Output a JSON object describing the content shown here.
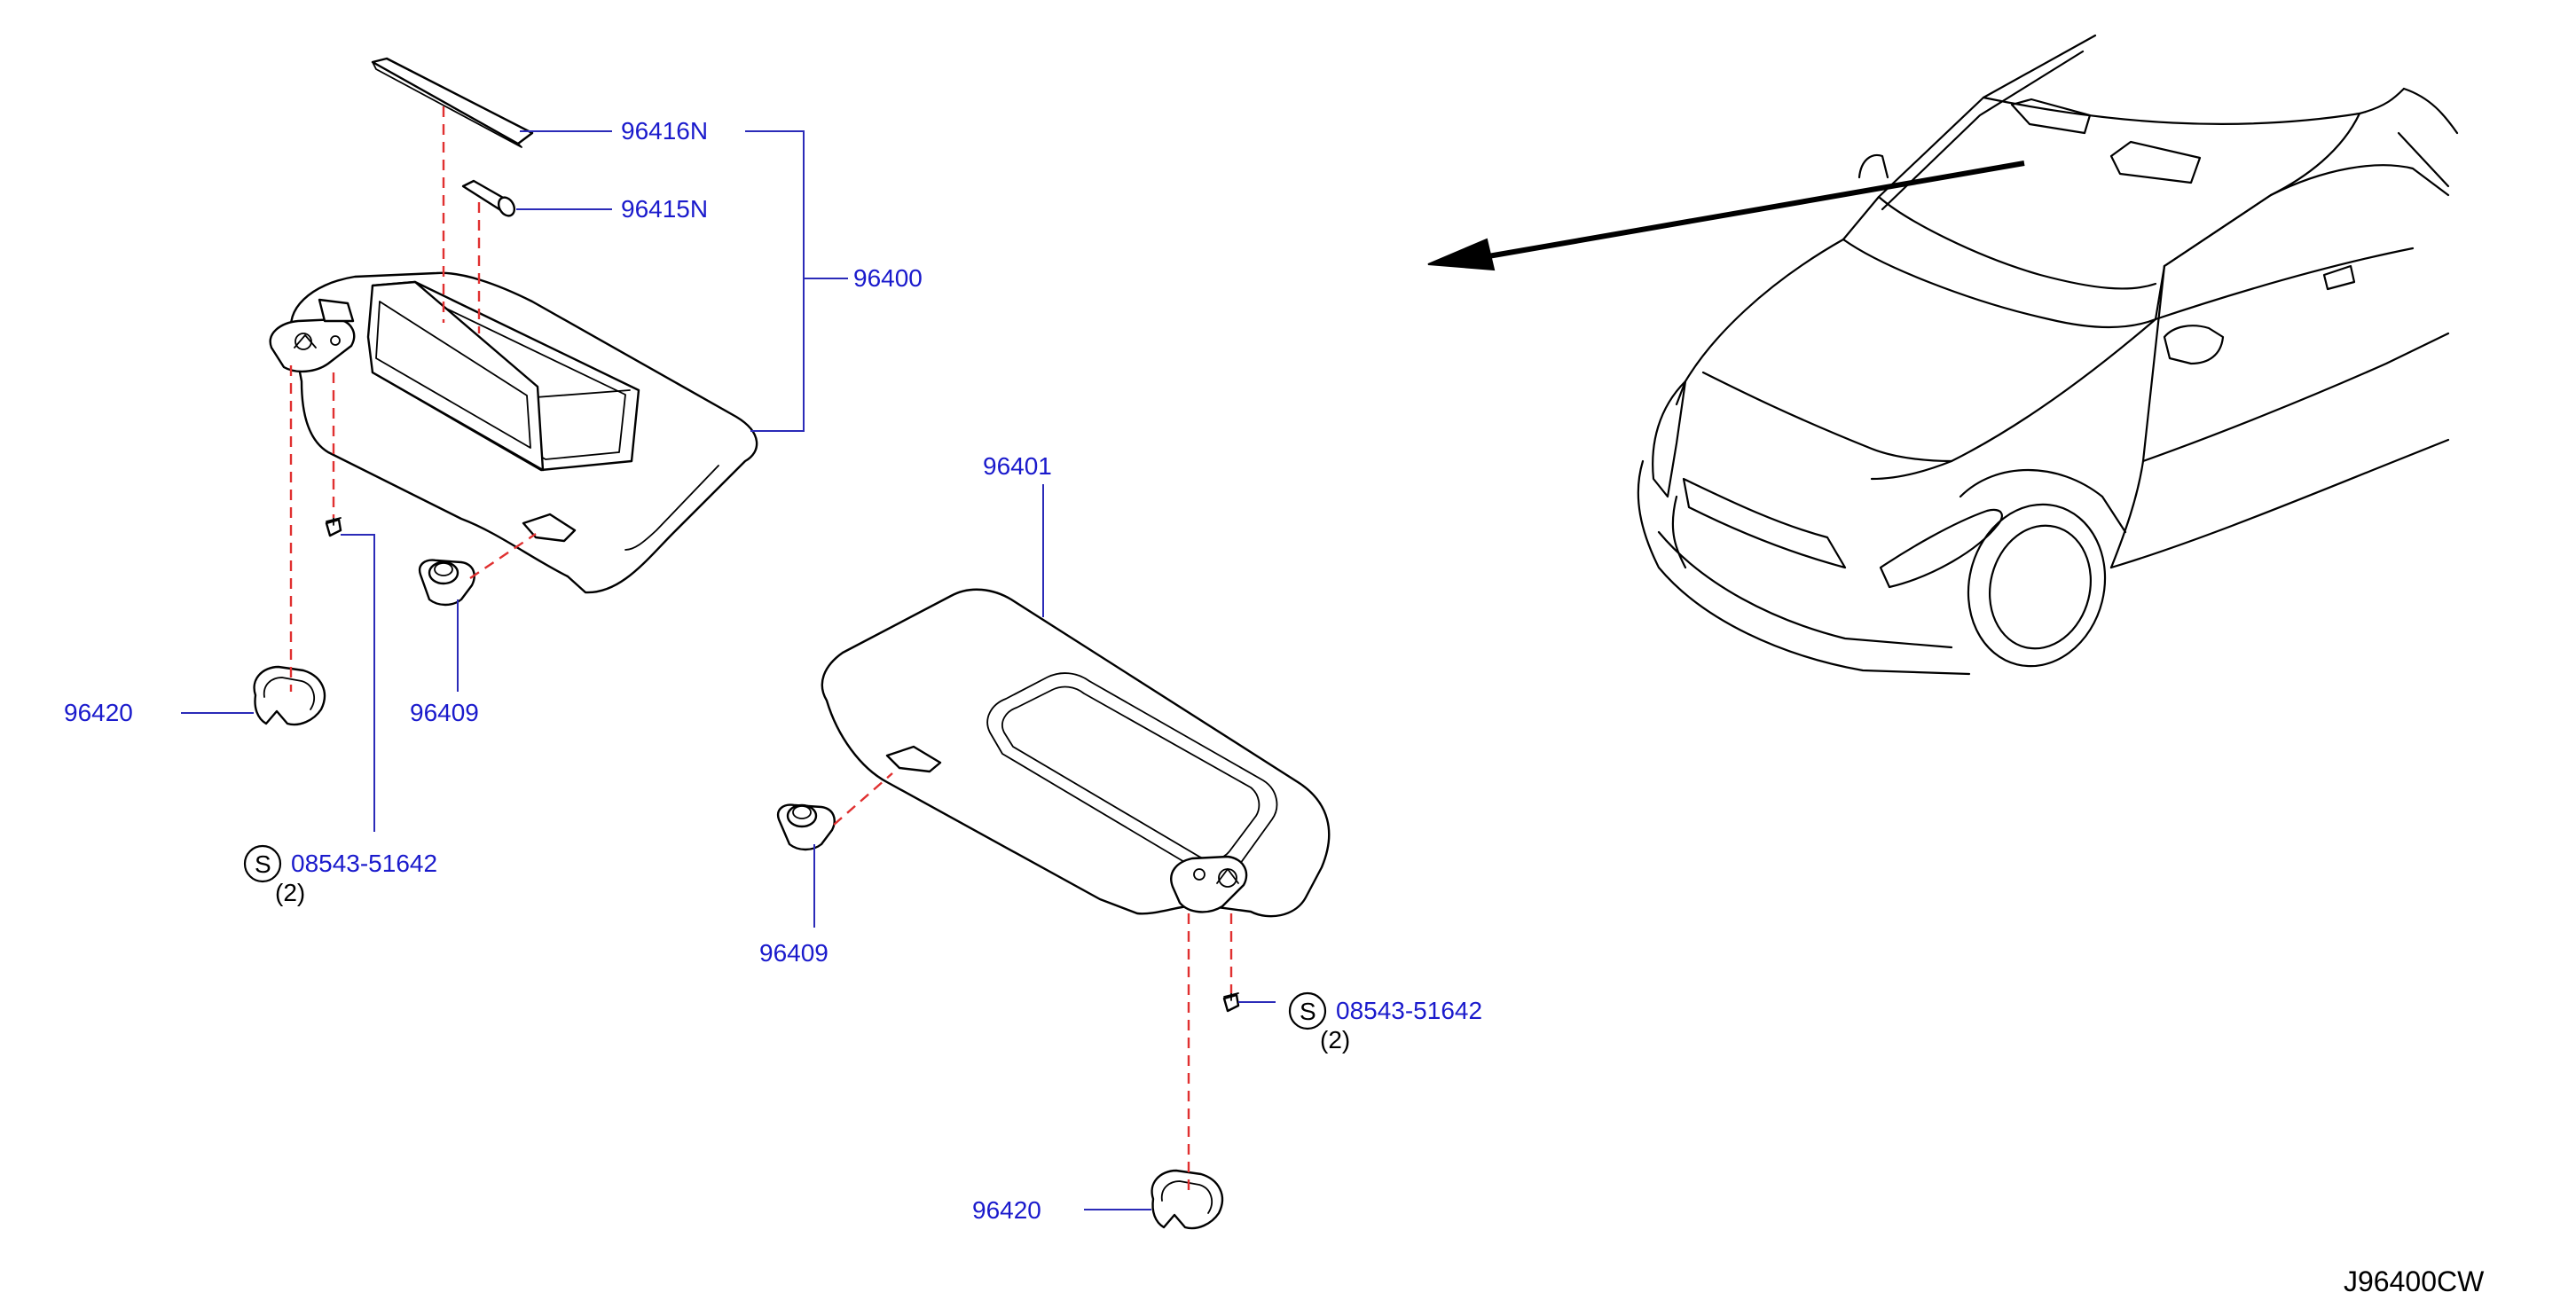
{
  "labels": {
    "p96416n": "96416N",
    "p96415n": "96415N",
    "p96400": "96400",
    "p96401": "96401",
    "p96420_left": "96420",
    "p96409_left": "96409",
    "screw_left_marker": "S",
    "screw_left_part": "08543-51642",
    "screw_left_qty": "(2)",
    "p96409_right": "96409",
    "screw_right_marker": "S",
    "screw_right_part": "08543-51642",
    "screw_right_qty": "(2)",
    "p96420_right": "96420"
  },
  "diagram_code": "J96400CW",
  "colors": {
    "label_text": "#1a1acc",
    "leader_line": "#2b2bb8",
    "dashed_guide": "#e03030",
    "part_outline": "#000000"
  }
}
